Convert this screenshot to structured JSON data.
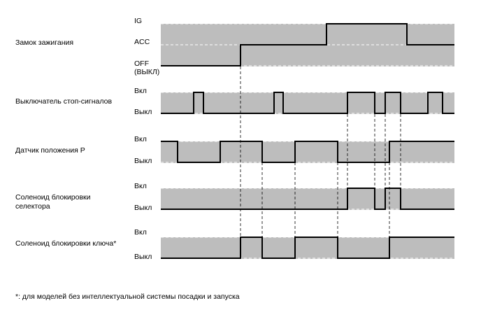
{
  "signals": [
    {
      "id": "ignition",
      "name": "Замок зажигания",
      "levels": [
        "IG",
        "ACC",
        "OFF",
        "(ВЫКЛ)"
      ]
    },
    {
      "id": "stop",
      "name": "Выключатель стоп-сигналов",
      "levels": [
        "Вкл",
        "Выкл"
      ]
    },
    {
      "id": "psensor",
      "name": "Датчик положения P",
      "levels": [
        "Вкл",
        "Выкл"
      ]
    },
    {
      "id": "shiftlock",
      "name_line1": "Соленоид блокировки",
      "name_line2": "селектора",
      "levels": [
        "Вкл",
        "Выкл"
      ]
    },
    {
      "id": "keylock",
      "name": "Соленоид блокировки ключа*",
      "levels": [
        "Вкл",
        "Выкл"
      ]
    }
  ],
  "footnote": "*: для моделей без интеллектуальной системы посадки и запуска"
}
